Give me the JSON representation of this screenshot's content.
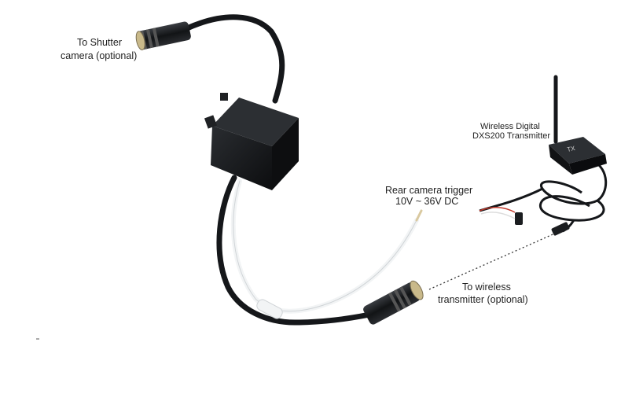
{
  "labels": {
    "shutter_line1": "To Shutter",
    "shutter_line2": "camera (optional)",
    "trigger_line1": "Rear camera trigger",
    "trigger_line2": "10V ~ 36V DC",
    "transmitter_line1": "Wireless Digital",
    "transmitter_line2": "DXS200 Transmitter",
    "wireless_line1": "To wireless",
    "wireless_line2": "transmitter (optional)",
    "unit_marking": "TX"
  },
  "colors": {
    "cable": "#15171a",
    "white_wire": "#f2f4f5",
    "connector_body": "#1b1d20",
    "connector_face": "#c9b98a",
    "module": "#16181b",
    "dotted_line": "#333333"
  }
}
